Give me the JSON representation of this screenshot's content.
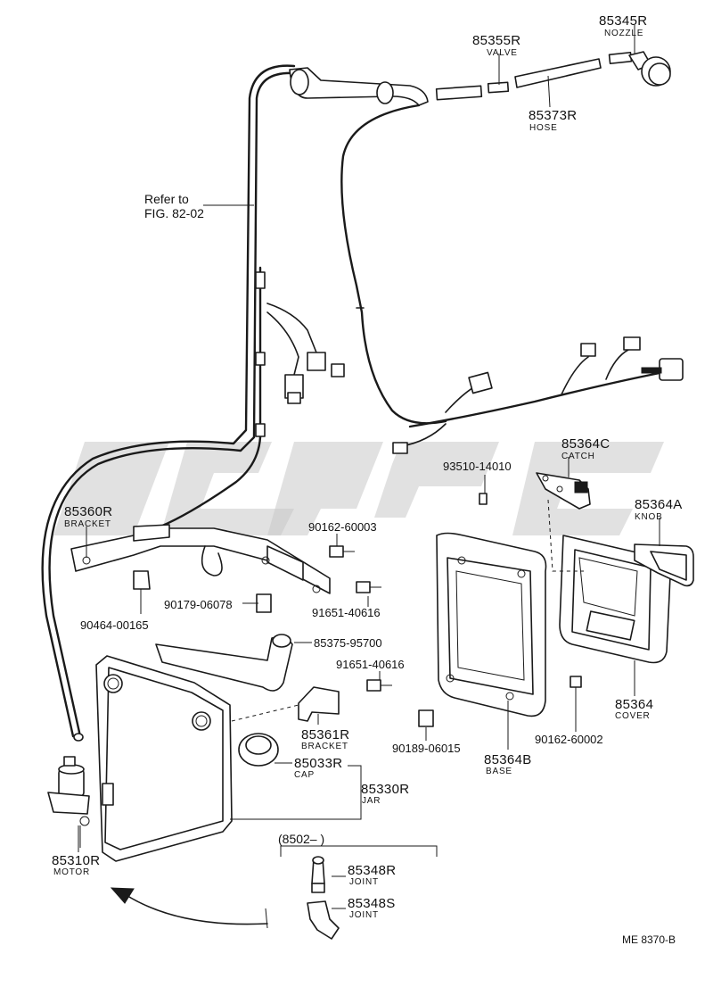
{
  "diagram_code": "ME  8370-B",
  "reference": {
    "line1": "Refer to",
    "line2": "FIG. 82-02"
  },
  "production_note": "(8502–        )",
  "parts": {
    "nozzle": {
      "number": "85345R",
      "name": "NOZZLE"
    },
    "valve": {
      "number": "85355R",
      "name": "VALVE"
    },
    "hose": {
      "number": "85373R",
      "name": "HOSE"
    },
    "bracket_85360": {
      "number": "85360R",
      "name": "BRACKET"
    },
    "catch": {
      "number": "85364C",
      "name": "CATCH"
    },
    "knob": {
      "number": "85364A",
      "name": "KNOB"
    },
    "screw_93510": {
      "number": "93510-14010"
    },
    "bolt_90162_60003": {
      "number": "90162-60003"
    },
    "clip_90179": {
      "number": "90179-06078"
    },
    "bolt_91651_a": {
      "number": "91651-40616"
    },
    "clip_90464": {
      "number": "90464-00165"
    },
    "hose_85375": {
      "number": "85375-95700"
    },
    "bolt_91651_b": {
      "number": "91651-40616"
    },
    "bracket_85361": {
      "number": "85361R",
      "name": "BRACKET"
    },
    "nut_90189": {
      "number": "90189-06015"
    },
    "base": {
      "number": "85364B",
      "name": "BASE"
    },
    "bolt_90162_60002": {
      "number": "90162-60002"
    },
    "cover": {
      "number": "85364",
      "name": "COVER"
    },
    "cap": {
      "number": "85033R",
      "name": "CAP"
    },
    "jar": {
      "number": "85330R",
      "name": "JAR"
    },
    "motor": {
      "number": "85310R",
      "name": "MOTOR"
    },
    "joint_r": {
      "number": "85348R",
      "name": "JOINT"
    },
    "joint_s": {
      "number": "85348S",
      "name": "JOINT"
    }
  }
}
